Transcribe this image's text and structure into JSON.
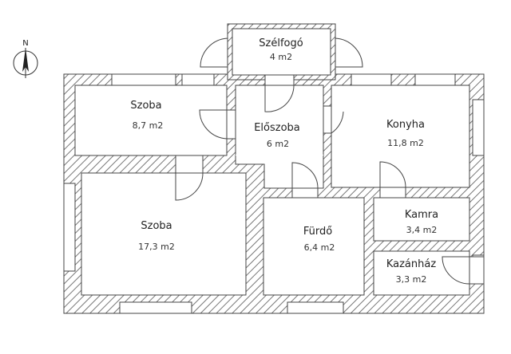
{
  "compass": {
    "label": "N",
    "icon": "north-arrow-icon"
  },
  "rooms": [
    {
      "id": "szelfogo",
      "name": "Szélfogó",
      "area": "4 m2"
    },
    {
      "id": "szoba-small",
      "name": "Szoba",
      "area": "8,7 m2"
    },
    {
      "id": "eloszoba",
      "name": "Előszoba",
      "area": "6 m2"
    },
    {
      "id": "konyha",
      "name": "Konyha",
      "area": "11,8 m2"
    },
    {
      "id": "szoba-large",
      "name": "Szoba",
      "area": "17,3 m2"
    },
    {
      "id": "furdo",
      "name": "Fürdő",
      "area": "6,4 m2"
    },
    {
      "id": "kamra",
      "name": "Kamra",
      "area": "3,4 m2"
    },
    {
      "id": "kazanhaz",
      "name": "Kazánház",
      "area": "3,3 m2"
    }
  ],
  "colors": {
    "wall": "#555555",
    "hatch": "#888888",
    "line": "#444444",
    "background": "#ffffff"
  }
}
